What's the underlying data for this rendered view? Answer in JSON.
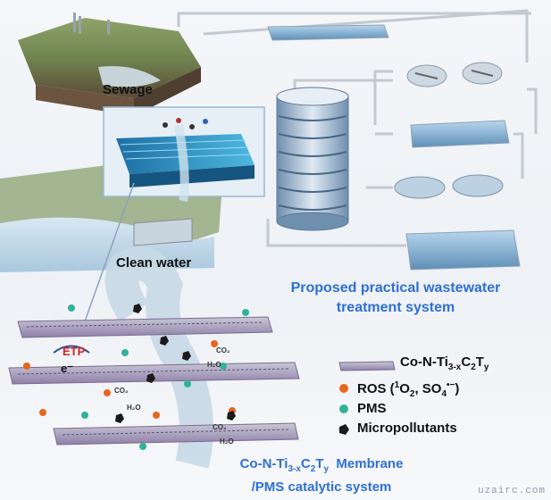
{
  "labels": {
    "sewage": "Sewage",
    "clean_water": "Clean water",
    "proposed_line1": "Proposed practical wastewater",
    "proposed_line2": "treatment system",
    "etp": "ETP",
    "electron": "e⁻"
  },
  "legend": {
    "membrane_prefix": "Co-N-Ti",
    "membrane_sub1": "3-x",
    "membrane_mid": "C",
    "membrane_sub2": "2",
    "membrane_t": "T",
    "membrane_sub3": "y",
    "ros_prefix": "ROS (",
    "ros_sup": "1",
    "ros_mid": "O",
    "ros_sub": "2",
    "ros_rest": ", SO",
    "ros_sub2": "4",
    "ros_sup2": "•−",
    "ros_end": ")",
    "pms": "PMS",
    "micropollutants": "Micropollutants"
  },
  "bottom_title": {
    "line1_prefix": "Co-N-Ti",
    "line1_sub1": "3-x",
    "line1_mid": "C",
    "line1_sub2": "2",
    "line1_t": "T",
    "line1_sub3": "y",
    "line1_end": "  Membrane",
    "line2": "/PMS catalytic system"
  },
  "molecule_labels": {
    "co2": "CO₂",
    "h2o": "H₂O"
  },
  "watermark": "uzairc.com",
  "colors": {
    "accent_blue": "#2e6fd6",
    "ros": "#e8651e",
    "pms": "#2fb39a",
    "micropollutant": "#1a1a1a",
    "etp": "#d62020"
  }
}
